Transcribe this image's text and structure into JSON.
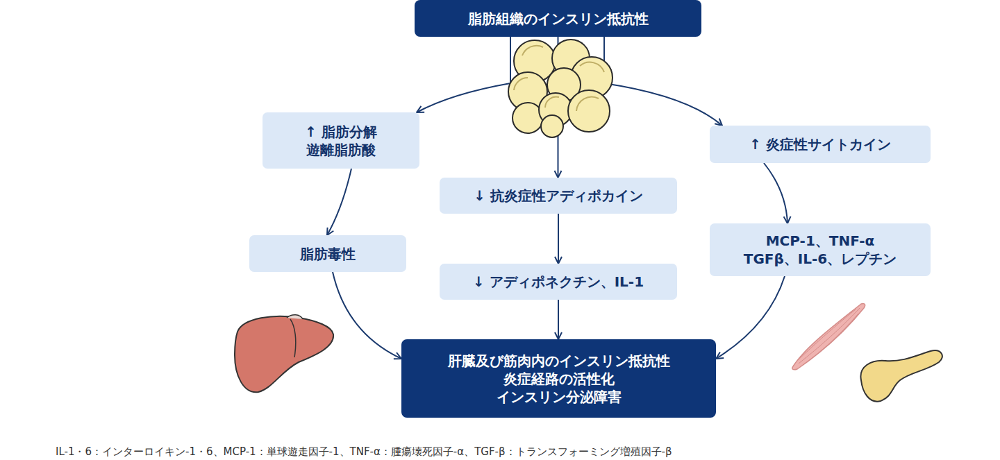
{
  "diagram": {
    "nodes": [
      {
        "text": [
          "脂肪組織のインスリン抵抗性"
        ]
      },
      {
        "text": [
          "↑ 脂肪分解 遊離脂肪酸"
        ]
      },
      {
        "text": [
          "↑ 炎症性サイトカイン"
        ]
      },
      {
        "text": [
          "↓ 抗炎症性アディポカイン"
        ]
      },
      {
        "text": [
          "脂肪毒性"
        ]
      },
      {
        "text": [
          "MCP-1、TNF-α",
          "TGFβ、IL-6、レプチン"
        ]
      },
      {
        "text": [
          "↓ アディポネクチン、IL-1"
        ]
      },
      {
        "text": [
          "肝臓及び筋肉内のインスリン抵抗性",
          "炎症経路の活性化",
          "インスリン分泌障害"
        ]
      }
    ],
    "edges": [
      {
        "from": 0,
        "to": 1,
        "arrow": "to"
      },
      {
        "from": 0,
        "to": 3,
        "arrow": "to"
      },
      {
        "from": 0,
        "to": 2,
        "arrow": "to"
      },
      {
        "from": 1,
        "to": 4,
        "arrow": "to"
      },
      {
        "from": 2,
        "to": 5,
        "arrow": "to"
      },
      {
        "from": 3,
        "to": 6,
        "arrow": "to"
      },
      {
        "from": 4,
        "to": 7,
        "arrow": "to"
      },
      {
        "from": 5,
        "to": 7,
        "arrow": "to"
      },
      {
        "from": 6,
        "to": 7,
        "arrow": "to"
      }
    ],
    "labels": [
      "IL-1・6：インターロイキン-1・6、MCP-1：単球遊走因子-1、TNF-α：腫瘍壊死因子-α、TGF-β：トランスフォーミング増殖因子-β"
    ]
  }
}
